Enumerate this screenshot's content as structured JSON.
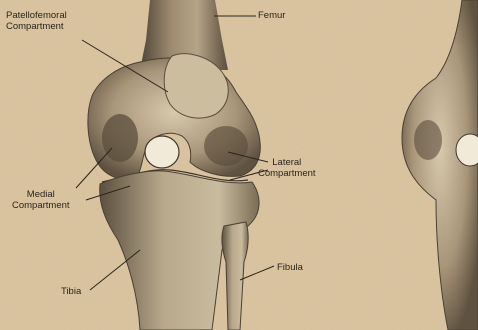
{
  "labels": {
    "patellofemoral": "Patellofemoral\nCompartment",
    "femur": "Femur",
    "lateral": "Lateral\nCompartment",
    "medial": "Medial\nCompartment",
    "tibia": "Tibia",
    "fibula": "Fibula"
  }
}
